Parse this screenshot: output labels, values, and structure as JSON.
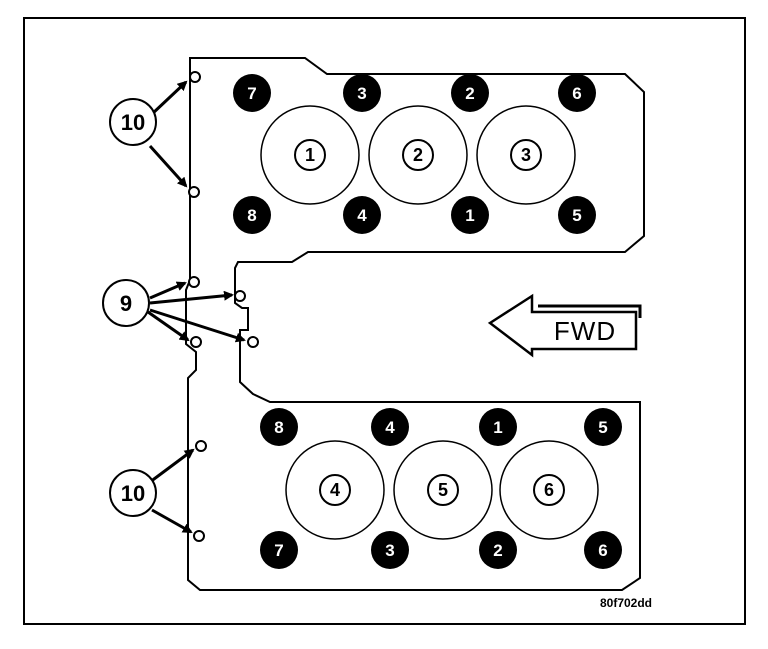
{
  "bank_upper": {
    "bolts_top": [
      "7",
      "3",
      "2",
      "6"
    ],
    "bolts_bottom": [
      "8",
      "4",
      "1",
      "5"
    ],
    "cylinders": [
      "1",
      "2",
      "3"
    ]
  },
  "bank_lower": {
    "bolts_top": [
      "8",
      "4",
      "1",
      "5"
    ],
    "bolts_bottom": [
      "7",
      "3",
      "2",
      "6"
    ],
    "cylinders": [
      "4",
      "5",
      "6"
    ]
  },
  "callouts": {
    "upper_label": "10",
    "middle_label": "9",
    "lower_label": "10"
  },
  "direction": {
    "label": "FWD",
    "icon": "left-arrow-icon"
  },
  "figure_id": "80f702dd",
  "colors": {
    "ink": "#000000",
    "paper": "#ffffff",
    "bolt_fill": "#000000"
  }
}
